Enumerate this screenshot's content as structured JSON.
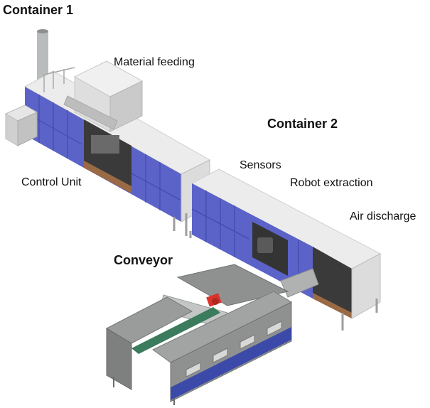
{
  "labels": {
    "container1": "Container 1",
    "material_feeding": "Material feeding",
    "container2": "Container 2",
    "sensors": "Sensors",
    "control_unit": "Control Unit",
    "robot_extraction": "Robot extraction",
    "air_discharge": "Air discharge",
    "conveyor": "Conveyor"
  },
  "colors": {
    "panel_blue": "#5b63c8",
    "roof_grey": "#ececec",
    "floor_brown": "#9a6a45",
    "conveyor_grey": "#8f9191",
    "conveyor_blue": "#3b4aa8",
    "robot_red": "#d9332b"
  }
}
